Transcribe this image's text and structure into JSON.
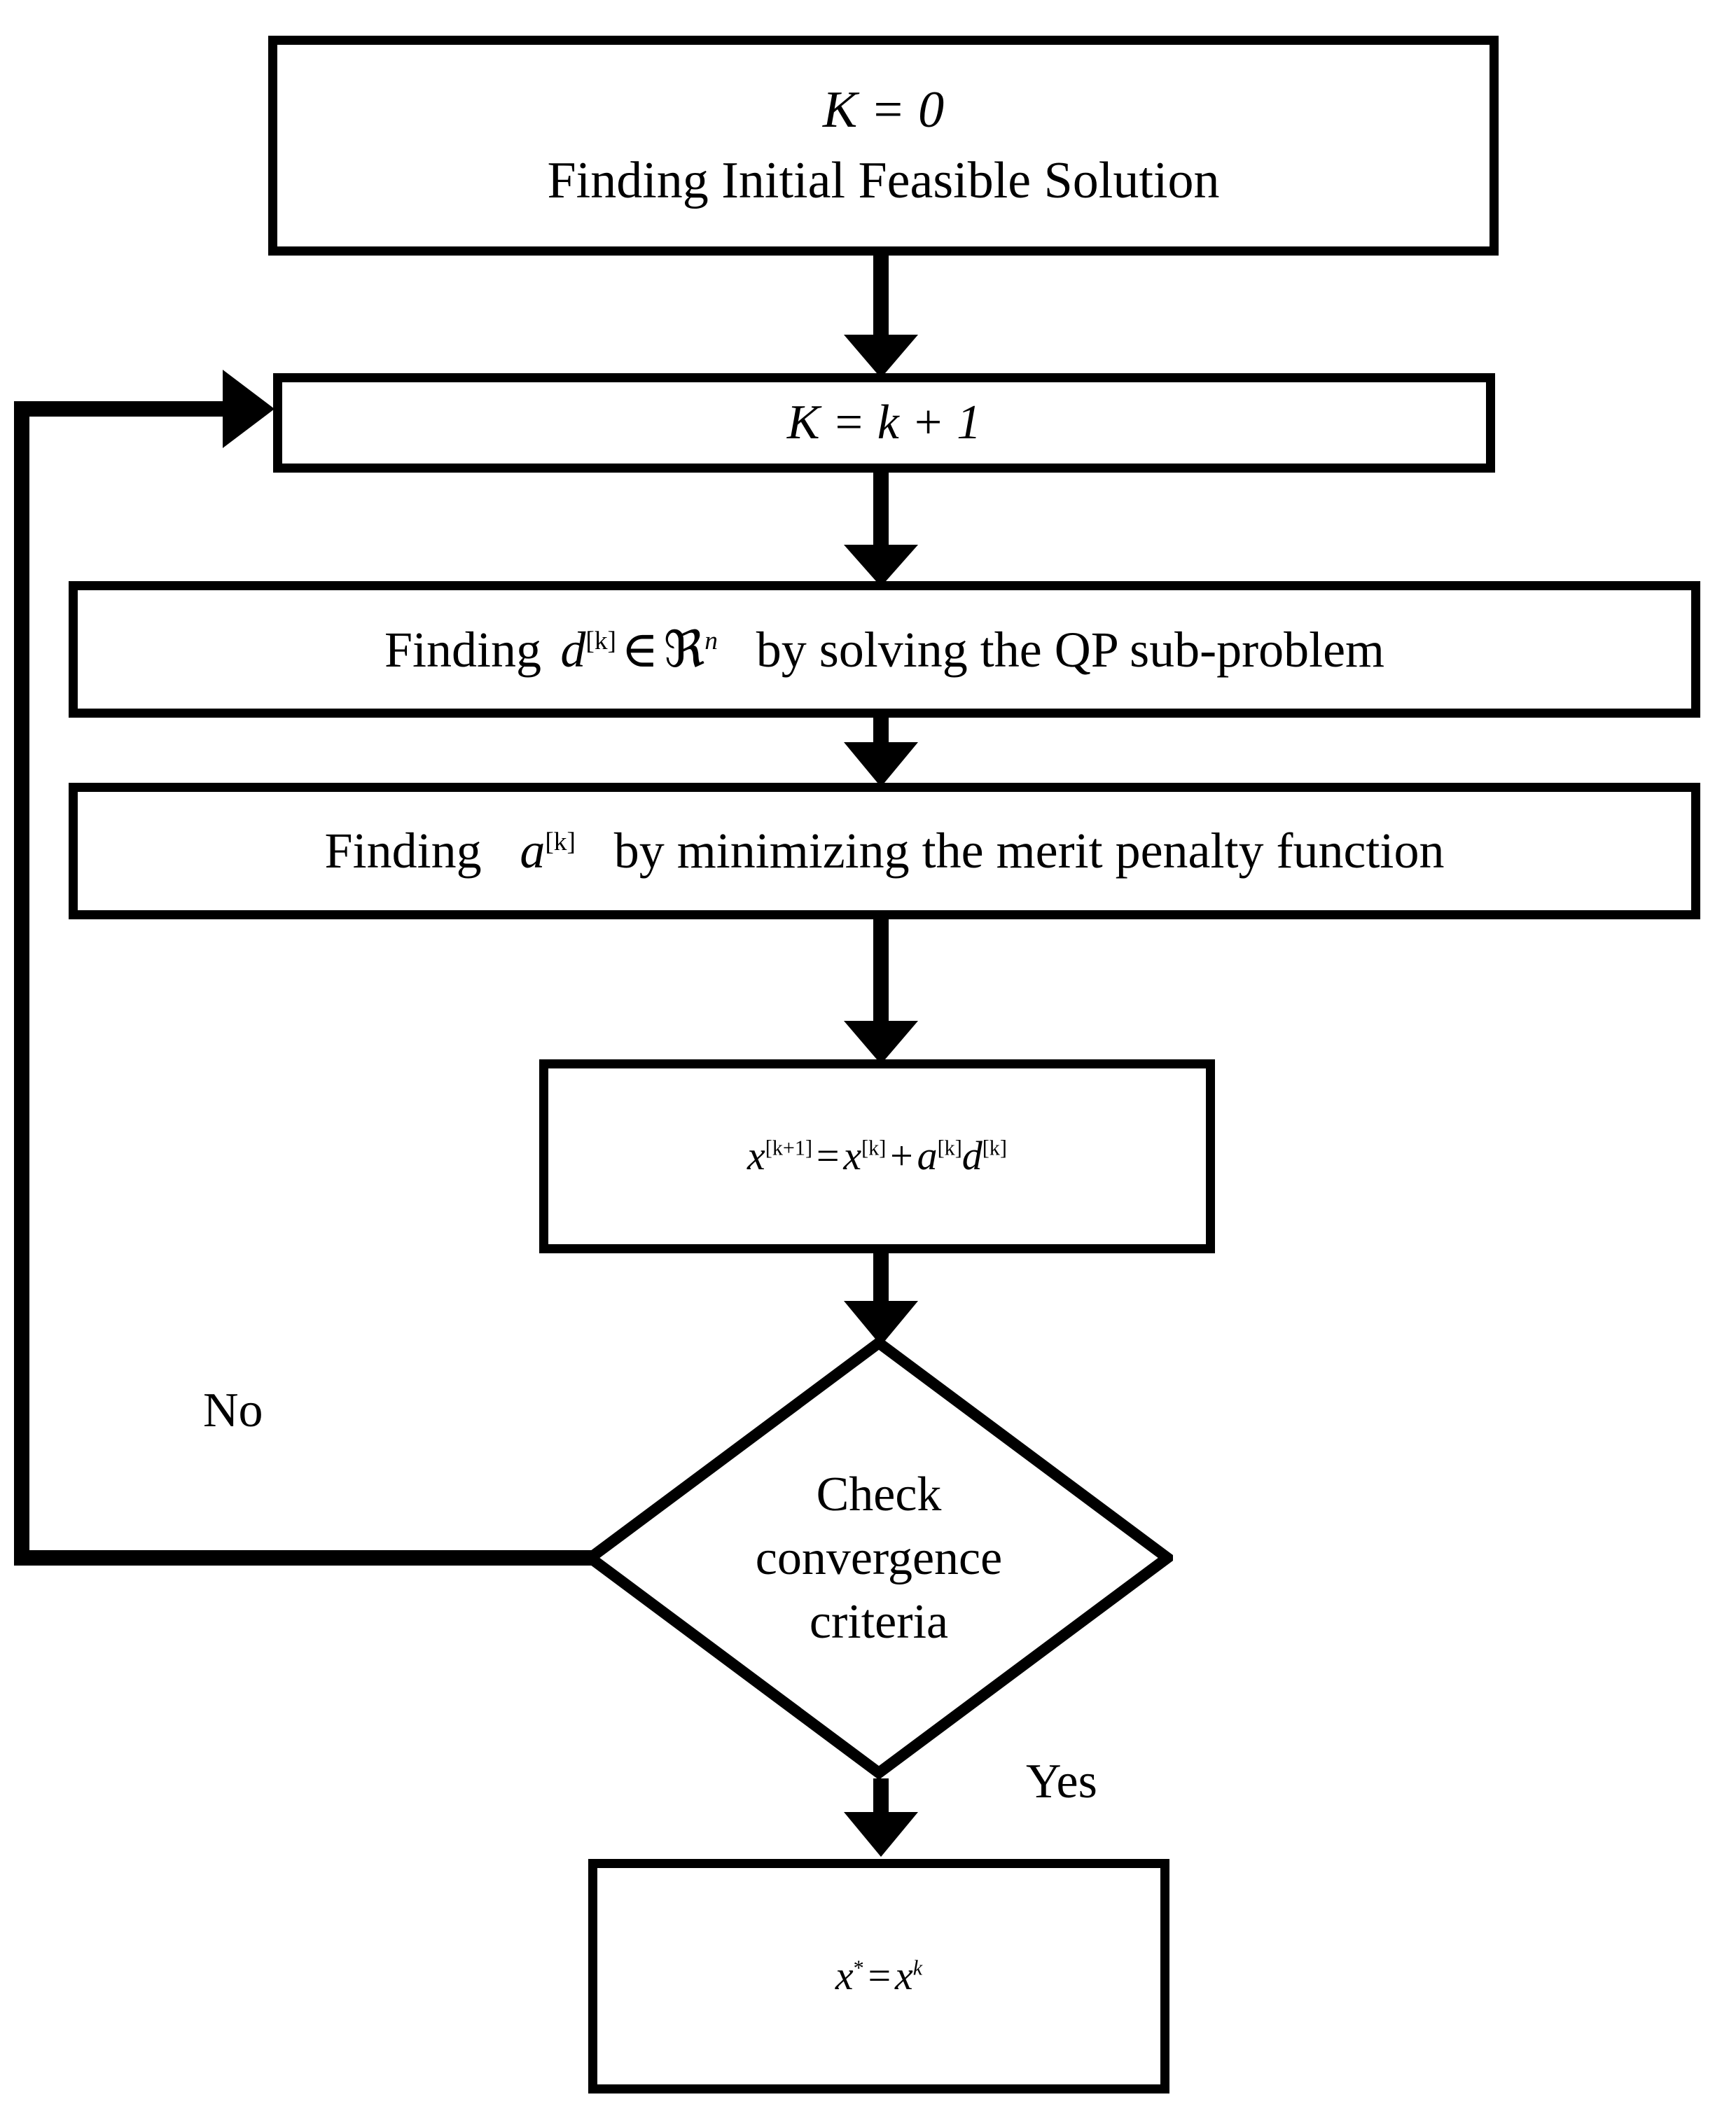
{
  "diagram": {
    "type": "flowchart",
    "title": "SQP optimization algorithm flowchart",
    "background_color": "#FFFFFF",
    "stroke_color": "#000000",
    "nodes": {
      "init": {
        "shape": "process",
        "line1": "K = 0",
        "line2": "Finding Initial Feasible Solution"
      },
      "increment": {
        "shape": "process",
        "text": "K = k + 1"
      },
      "qp": {
        "shape": "process",
        "prefix": "Finding",
        "var": "d",
        "var_sup": "[k]",
        "member_op": "∈",
        "set": "ℜ",
        "set_sup": "n",
        "suffix": "by solving the QP sub-problem"
      },
      "merit": {
        "shape": "process",
        "prefix": "Finding",
        "var": "a",
        "var_sup": "[k]",
        "suffix": "by minimizing the merit penalty function"
      },
      "update": {
        "shape": "process",
        "lhs_var": "x",
        "lhs_sup": "[k+1]",
        "equals": "=",
        "rhs1_var": "x",
        "rhs1_sup": "[k]",
        "plus": "+",
        "rhs2_var": "a",
        "rhs2_sup": "[k]",
        "rhs3_var": "d",
        "rhs3_sup": "[k]"
      },
      "decision": {
        "shape": "diamond",
        "line1": "Check",
        "line2": "convergence",
        "line3": "criteria"
      },
      "result": {
        "shape": "process",
        "lhs_var": "x",
        "lhs_sup": "*",
        "equals": "=",
        "rhs_var": "x",
        "rhs_sup": "k"
      }
    },
    "edges": {
      "no_label": "No",
      "yes_label": "Yes"
    }
  }
}
